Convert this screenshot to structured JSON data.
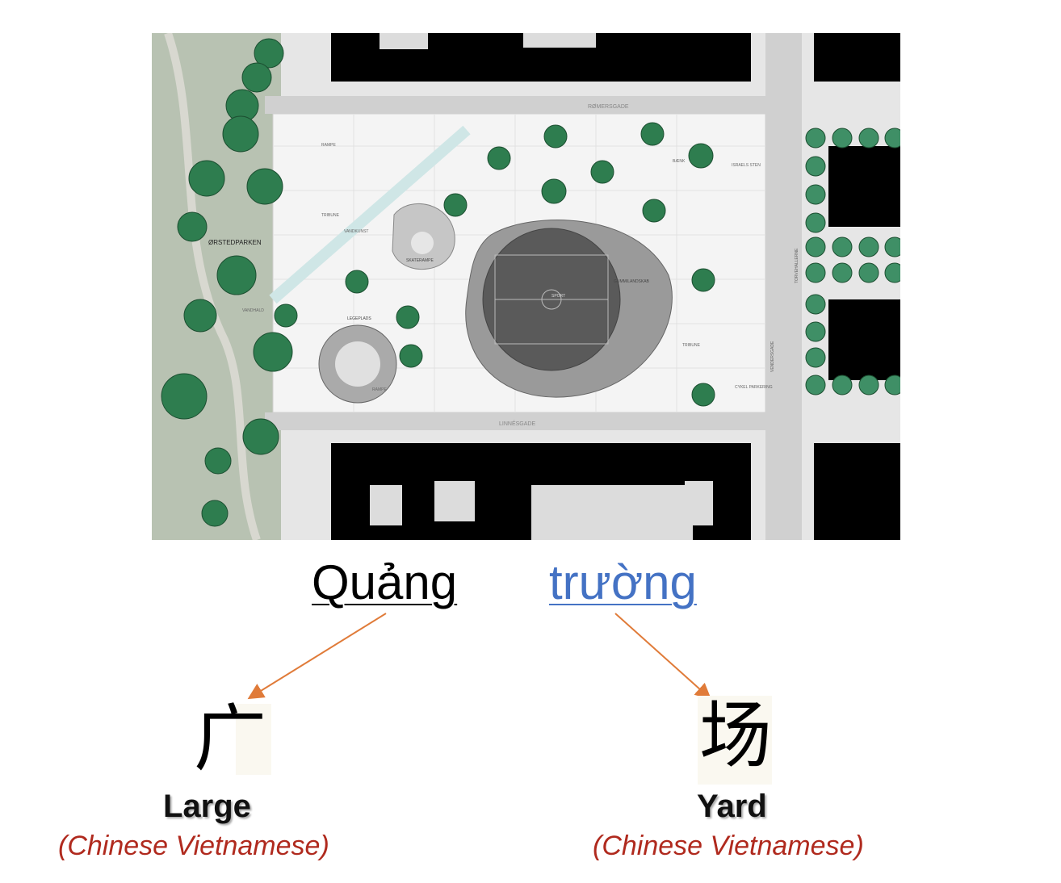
{
  "plan_labels": {
    "north_street": "RØMERSGADE",
    "south_street": "LINNÉSGADE",
    "east_street": "VENDERSGADE",
    "east_street2": "TORVEHALLERNE",
    "park": "ØRSTEDPARKEN",
    "rampe_top": "RAMPE",
    "rampe_bottom": "RAMPE",
    "tribune_w": "TRIBUNE",
    "tribune_e": "TRIBUNE",
    "vandkunst": "VANDKUNST",
    "skaterampe": "SKATERAMPE",
    "sport": "SPORT",
    "gummilandskab": "GUMMILANDSKAB",
    "legeplads": "LEGEPLADS",
    "vandhald": "VANDHALD",
    "israels_sten": "ISRAELS STEN",
    "cykel": "CYKEL PARKERING",
    "baenk": "BÆNK"
  },
  "words": {
    "first": "Quảng",
    "second": "trường"
  },
  "characters": {
    "first": "广",
    "second": "场"
  },
  "meanings": {
    "first": "Large",
    "second": "Yard"
  },
  "origins": {
    "first": "(Chinese Vietnamese)",
    "second": "(Chinese Vietnamese)"
  },
  "colors": {
    "second_word": "#4472c4",
    "arrow": "#e07b39",
    "origin_text": "#b02a1e",
    "building": "#000000",
    "tree": "#2e7d4f"
  }
}
